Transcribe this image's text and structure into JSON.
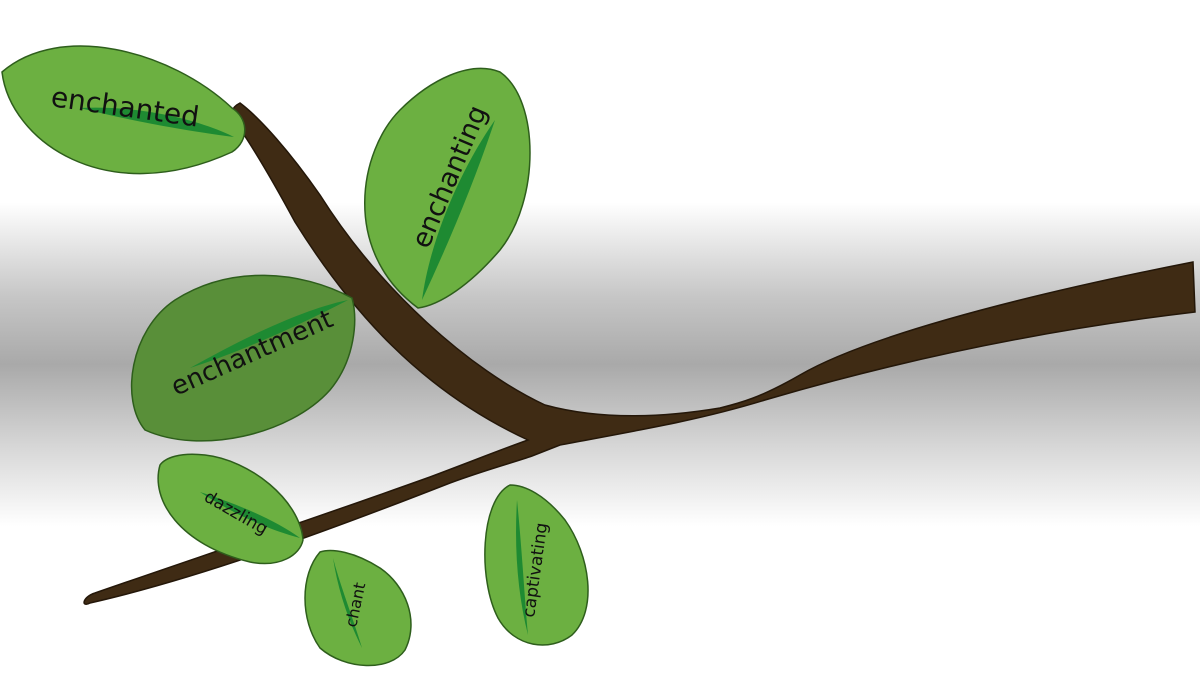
{
  "colors": {
    "branch": "#3f2b14",
    "branch_edge": "#241709",
    "leaf_light": "#6cb041",
    "leaf_dark": "#598f39",
    "leaf_edge": "#2e5e1c",
    "vein": "#1e8a32",
    "text": "#111111"
  },
  "leaves": [
    {
      "id": "enchanted",
      "label": "enchanted"
    },
    {
      "id": "enchanting",
      "label": "enchanting"
    },
    {
      "id": "enchantment",
      "label": "enchantment"
    },
    {
      "id": "dazzling",
      "label": "dazzling"
    },
    {
      "id": "chant",
      "label": "chant"
    },
    {
      "id": "captivating",
      "label": "captivating"
    }
  ]
}
